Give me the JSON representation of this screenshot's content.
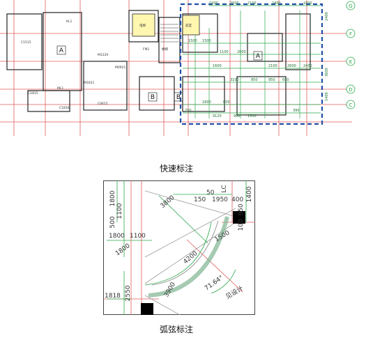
{
  "figure1": {
    "caption": "快速标注",
    "room_letters": [
      "A",
      "A",
      "B",
      "B"
    ],
    "grid_labels": [
      "G",
      "F",
      "E",
      "D",
      "C"
    ],
    "right_dims": [
      "2400",
      "3600",
      "1400"
    ],
    "top_dims": [
      "1000",
      "2000",
      "2100",
      "2400",
      "1000"
    ],
    "small_dims": [
      "1500",
      "1500",
      "1100",
      "2000",
      "2100",
      "2600",
      "2400",
      "1600",
      "3100",
      "850",
      "950",
      "650",
      "1800",
      "850",
      "390",
      "9120",
      "990",
      "1300",
      "250"
    ],
    "room_tags": [
      "ML1",
      "KL1",
      "C1815",
      "C1816",
      "M1220",
      "M0921",
      "M1621",
      "C1515",
      "C0615",
      "FM1",
      "电梯",
      "前室",
      "楼梯"
    ]
  },
  "figure2": {
    "caption": "弧弦标注",
    "dims": {
      "left_top": "1800",
      "left_mid_a": "500",
      "left_mid_b": "1100",
      "diag": "3800",
      "row_1800": "1800",
      "row_1100": "1100",
      "diag_1800": "1800",
      "top_50": "50",
      "top_150": "150",
      "top_1950": "1950",
      "top_400": "400",
      "right_1400": "1400",
      "right_950": "950",
      "right_100": "100",
      "bottom_left_1818": "1818",
      "bottom_left_2550": "2550",
      "arc_1": "1500",
      "arc_2": "4200",
      "arc_3": "3900",
      "angle": "71.64°",
      "label_lc": "LC",
      "note": "见设计"
    }
  }
}
